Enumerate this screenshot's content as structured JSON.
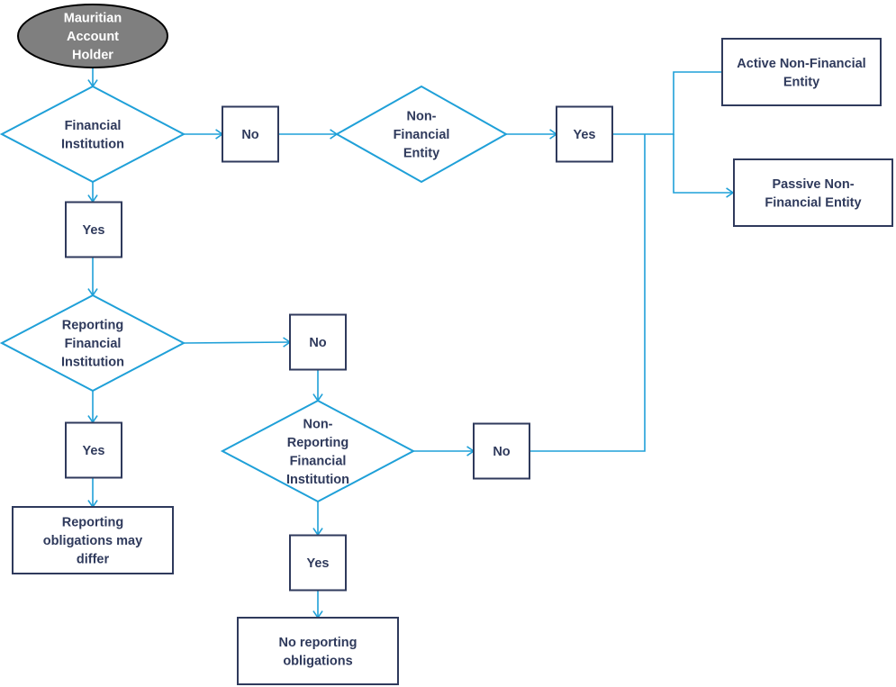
{
  "diagram": {
    "title": "Mauritian Account Holder classification flowchart",
    "colors": {
      "connector": "#1fa0d8",
      "box_border": "#2f3a5c",
      "text": "#2f3a5c",
      "start_fill": "#7f7f7f"
    },
    "nodes": {
      "start": {
        "shape": "ellipse",
        "lines": [
          "Mauritian",
          "Account",
          "Holder"
        ]
      },
      "fi": {
        "shape": "diamond",
        "lines": [
          "Financial",
          "Institution"
        ]
      },
      "fi_no": {
        "shape": "box",
        "lines": [
          "No"
        ]
      },
      "nfe": {
        "shape": "diamond",
        "lines": [
          "Non-",
          "Financial",
          "Entity"
        ]
      },
      "nfe_yes": {
        "shape": "box",
        "lines": [
          "Yes"
        ]
      },
      "active_nfe": {
        "shape": "box",
        "lines": [
          "Active Non-Financial",
          "Entity"
        ]
      },
      "passive_nfe": {
        "shape": "box",
        "lines": [
          "Passive Non-",
          "Financial Entity"
        ]
      },
      "fi_yes": {
        "shape": "box",
        "lines": [
          "Yes"
        ]
      },
      "rfi": {
        "shape": "diamond",
        "lines": [
          "Reporting",
          "Financial",
          "Institution"
        ]
      },
      "rfi_no": {
        "shape": "box",
        "lines": [
          "No"
        ]
      },
      "rfi_yes": {
        "shape": "box",
        "lines": [
          "Yes"
        ]
      },
      "rfi_result": {
        "shape": "box",
        "lines": [
          "Reporting",
          "obligations may",
          "differ"
        ]
      },
      "nrfi": {
        "shape": "diamond",
        "lines": [
          "Non-",
          "Reporting",
          "Financial",
          "Institution"
        ]
      },
      "nrfi_no": {
        "shape": "box",
        "lines": [
          "No"
        ]
      },
      "nrfi_yes": {
        "shape": "box",
        "lines": [
          "Yes"
        ]
      },
      "nrfi_result": {
        "shape": "box",
        "lines": [
          "No reporting",
          "obligations"
        ]
      }
    },
    "edges": [
      {
        "from": "start",
        "to": "fi"
      },
      {
        "from": "fi",
        "to": "fi_no"
      },
      {
        "from": "fi_no",
        "to": "nfe"
      },
      {
        "from": "nfe",
        "to": "nfe_yes"
      },
      {
        "from": "nfe_yes",
        "to": "active_nfe"
      },
      {
        "from": "nfe_yes",
        "to": "passive_nfe"
      },
      {
        "from": "fi",
        "to": "fi_yes"
      },
      {
        "from": "fi_yes",
        "to": "rfi"
      },
      {
        "from": "rfi",
        "to": "rfi_no"
      },
      {
        "from": "rfi",
        "to": "rfi_yes"
      },
      {
        "from": "rfi_yes",
        "to": "rfi_result"
      },
      {
        "from": "rfi_no",
        "to": "nrfi"
      },
      {
        "from": "nrfi",
        "to": "nrfi_no"
      },
      {
        "from": "nrfi",
        "to": "nrfi_yes"
      },
      {
        "from": "nrfi_yes",
        "to": "nrfi_result"
      },
      {
        "from": "nrfi_no",
        "to": "nfe_yes"
      }
    ]
  }
}
